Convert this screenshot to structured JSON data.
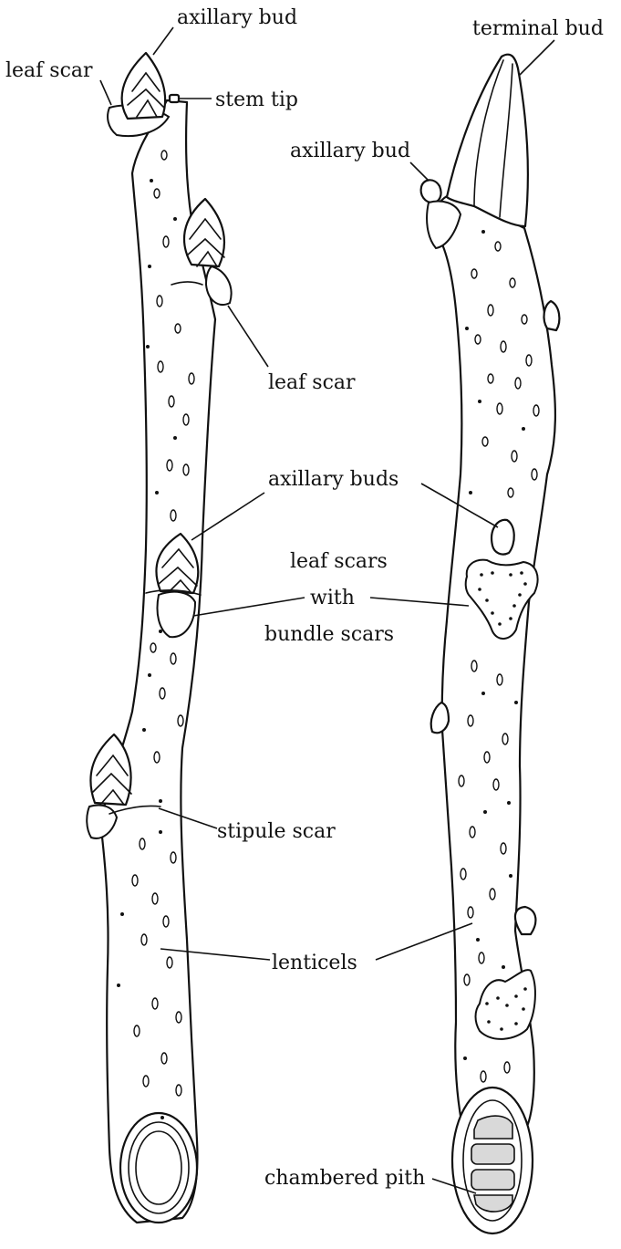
{
  "labels": {
    "axillary_bud_left": "axillary bud",
    "leaf_scar_left": "leaf scar",
    "stem_tip": "stem tip",
    "leaf_scar_mid": "leaf scar",
    "axillary_buds": "axillary buds",
    "leaf_scars_line1": "leaf scars",
    "leaf_scars_line2": "with",
    "leaf_scars_line3": "bundle scars",
    "stipule_scar": "stipule scar",
    "lenticels": "lenticels",
    "terminal_bud": "terminal bud",
    "axillary_bud_right": "axillary bud",
    "chambered_pith": "chambered pith"
  }
}
